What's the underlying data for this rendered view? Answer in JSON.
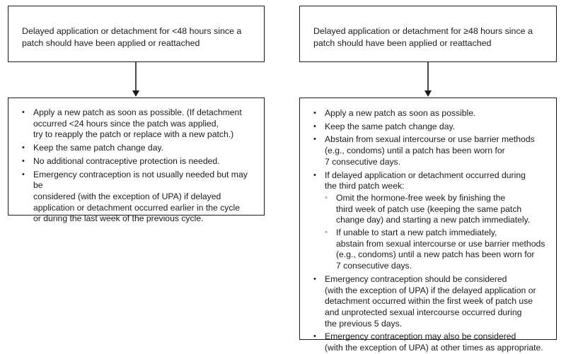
{
  "left": {
    "heading": "Delayed application or detachment for <48 hours since a patch should have been applied or reattached",
    "items": [
      "Apply a new patch as soon as possible. (If detachment\noccurred <24 hours since the patch was applied,\ntry to reapply the patch or replace with a new patch.)",
      "Keep the same patch change day.",
      "No additional contraceptive protection is needed.",
      "Emergency contraception is not usually needed but may be\nconsidered (with the exception of UPA) if delayed\napplication or detachment occurred earlier in the cycle\nor during the last week of the previous cycle."
    ]
  },
  "right": {
    "heading": "Delayed application or detachment for ≥48 hours since a patch should have been applied or reattached",
    "items": [
      "Apply a new patch as soon as possible.",
      "Keep the same patch change day.",
      "Abstain from sexual intercourse or use barrier methods\n(e.g., condoms) until a patch has been worn for\n7 consecutive days.",
      "If delayed application or detachment occurred during\nthe third patch week:",
      "Emergency contraception should be considered\n(with the exception of UPA) if the delayed application or\ndetachment occurred within the first week of patch use\nand unprotected sexual intercourse occurred during\nthe previous 5 days.",
      "Emergency contraception may also be considered\n(with the exception of UPA) at other times as appropriate."
    ],
    "subitems": [
      "Omit the hormone-free week by finishing the\nthird week of patch use (keeping the same patch\nchange day) and starting a new patch immediately.",
      "If unable to start a new patch immediately,\nabstain from sexual intercourse or use barrier methods\n(e.g., condoms) until a new patch has been worn for\n7 consecutive days."
    ]
  }
}
